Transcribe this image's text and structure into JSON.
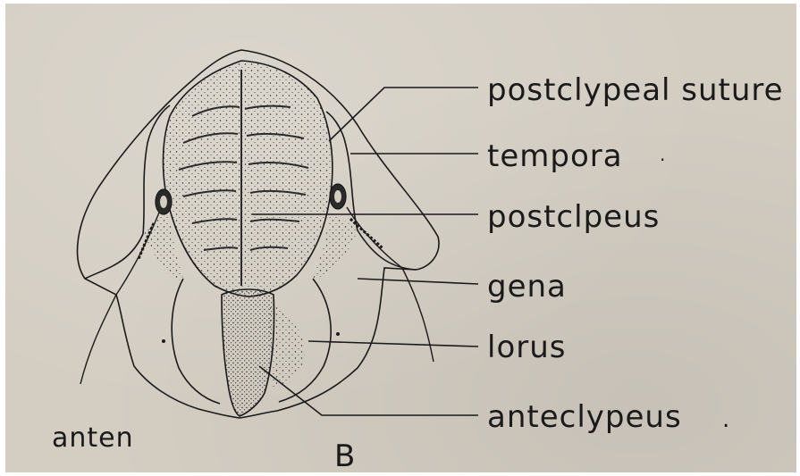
{
  "figure": {
    "panel_letter": "B",
    "labels": {
      "postclypeal_suture": "postclypeal suture",
      "tempora": "tempora",
      "postclpeus": "postclpeus",
      "gena": "gena",
      "lorus": "lorus",
      "anteclypeus": "anteclypeus",
      "anten": "anten"
    },
    "trailing_marks": {
      "tempora_dot": ".",
      "anteclypeus_dot": "."
    }
  },
  "colors": {
    "paper": "#d3cdc2",
    "ink": "#1a1a1a"
  }
}
